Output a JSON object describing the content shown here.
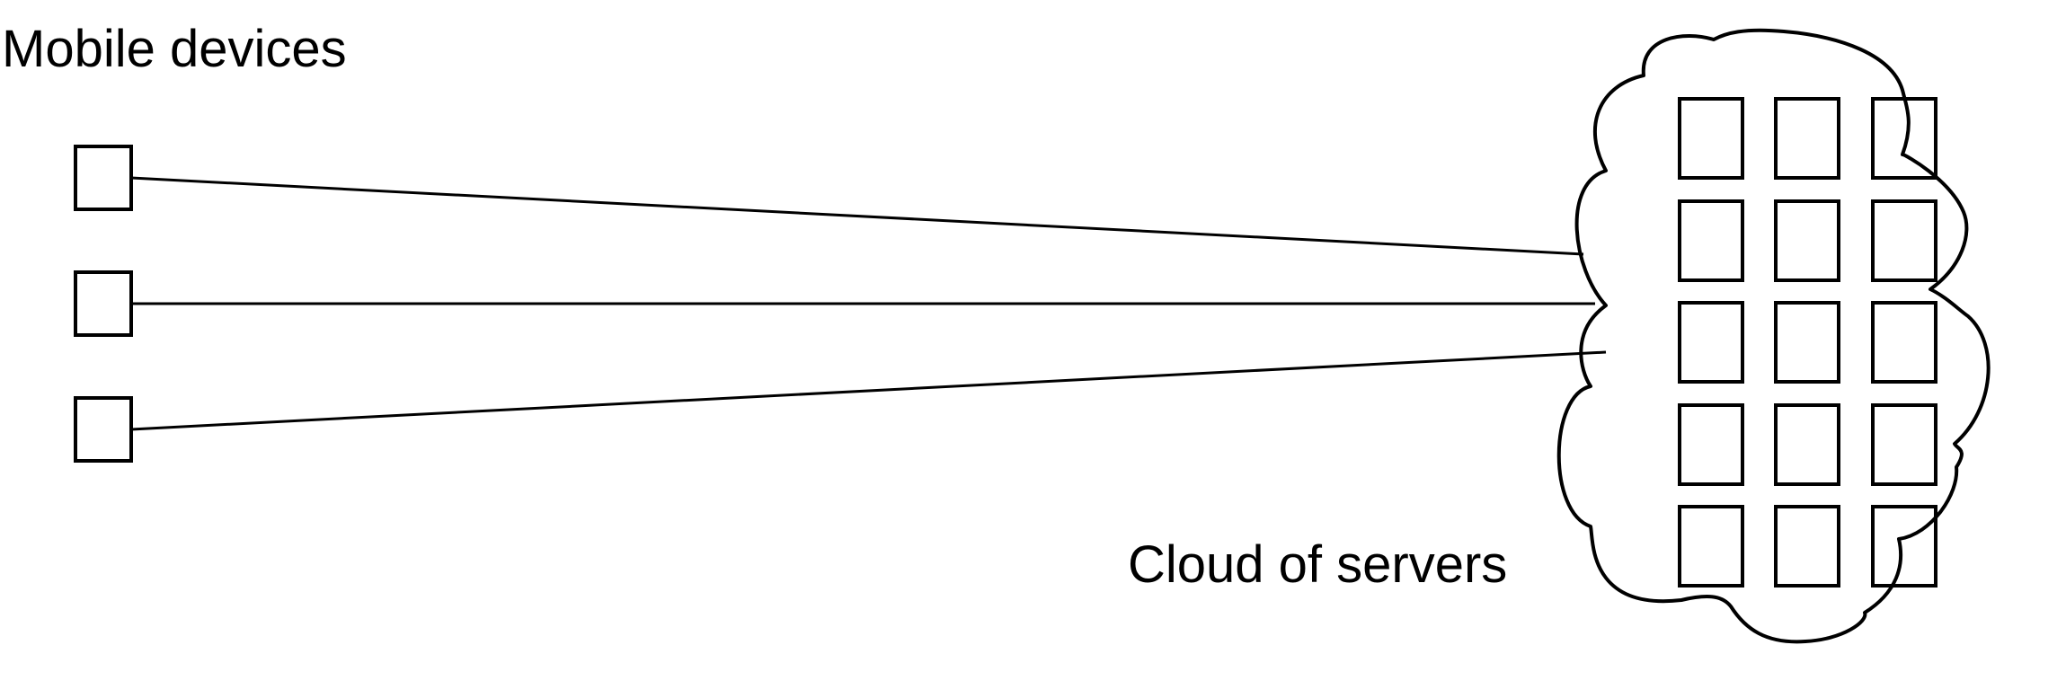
{
  "labels": {
    "mobile_devices": "Mobile devices",
    "cloud_of_servers": "Cloud of servers"
  },
  "diagram": {
    "mobile_device_count": 3,
    "server_rows": 5,
    "server_columns": 3
  },
  "colors": {
    "stroke": "#000000",
    "background": "#ffffff"
  }
}
